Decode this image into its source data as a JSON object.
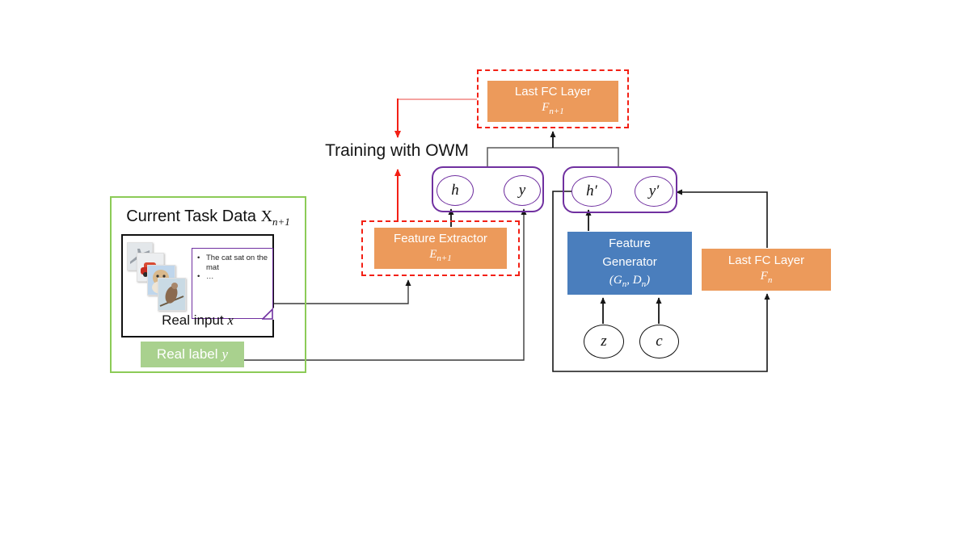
{
  "palette": {
    "orange": "#EC9A5B",
    "blue": "#4A7EBD",
    "purple": "#7030A0",
    "green_border": "#8CCB57",
    "green_fill": "#A9D18E",
    "red": "#F32015",
    "pink": "#F5A3A0",
    "line": "#3A3A3A"
  },
  "training_label": "Training with OWM",
  "current_task": {
    "title_text": "Current Task Data",
    "title_x": "X",
    "title_sub": "n+1",
    "note": {
      "items": [
        "The cat sat on the mat",
        "…"
      ]
    },
    "real_input": {
      "label": "Real input",
      "symbol": "x"
    },
    "real_label": {
      "label": "Real label",
      "symbol": "y"
    },
    "thumbnails": [
      {
        "name": "airplane"
      },
      {
        "name": "car"
      },
      {
        "name": "dog"
      },
      {
        "name": "bird"
      }
    ]
  },
  "nodes": {
    "last_fc_new": {
      "title": "Last FC Layer",
      "sym": "F",
      "sub": "n+1"
    },
    "feature_extractor": {
      "title": "Feature Extractor",
      "sym": "E",
      "sub": "n+1"
    },
    "feature_generator": {
      "line1": "Feature",
      "line2": "Generator",
      "p1": "(G",
      "s1": "n",
      "p2": ", D",
      "s2": "n",
      "p3": ")"
    },
    "last_fc_old": {
      "title": "Last FC Layer",
      "sym": "F",
      "sub": "n"
    },
    "units": {
      "h": "h",
      "y": "y",
      "h_prime": "h′",
      "y_prime": "y′",
      "z": "z",
      "c": "c"
    }
  }
}
